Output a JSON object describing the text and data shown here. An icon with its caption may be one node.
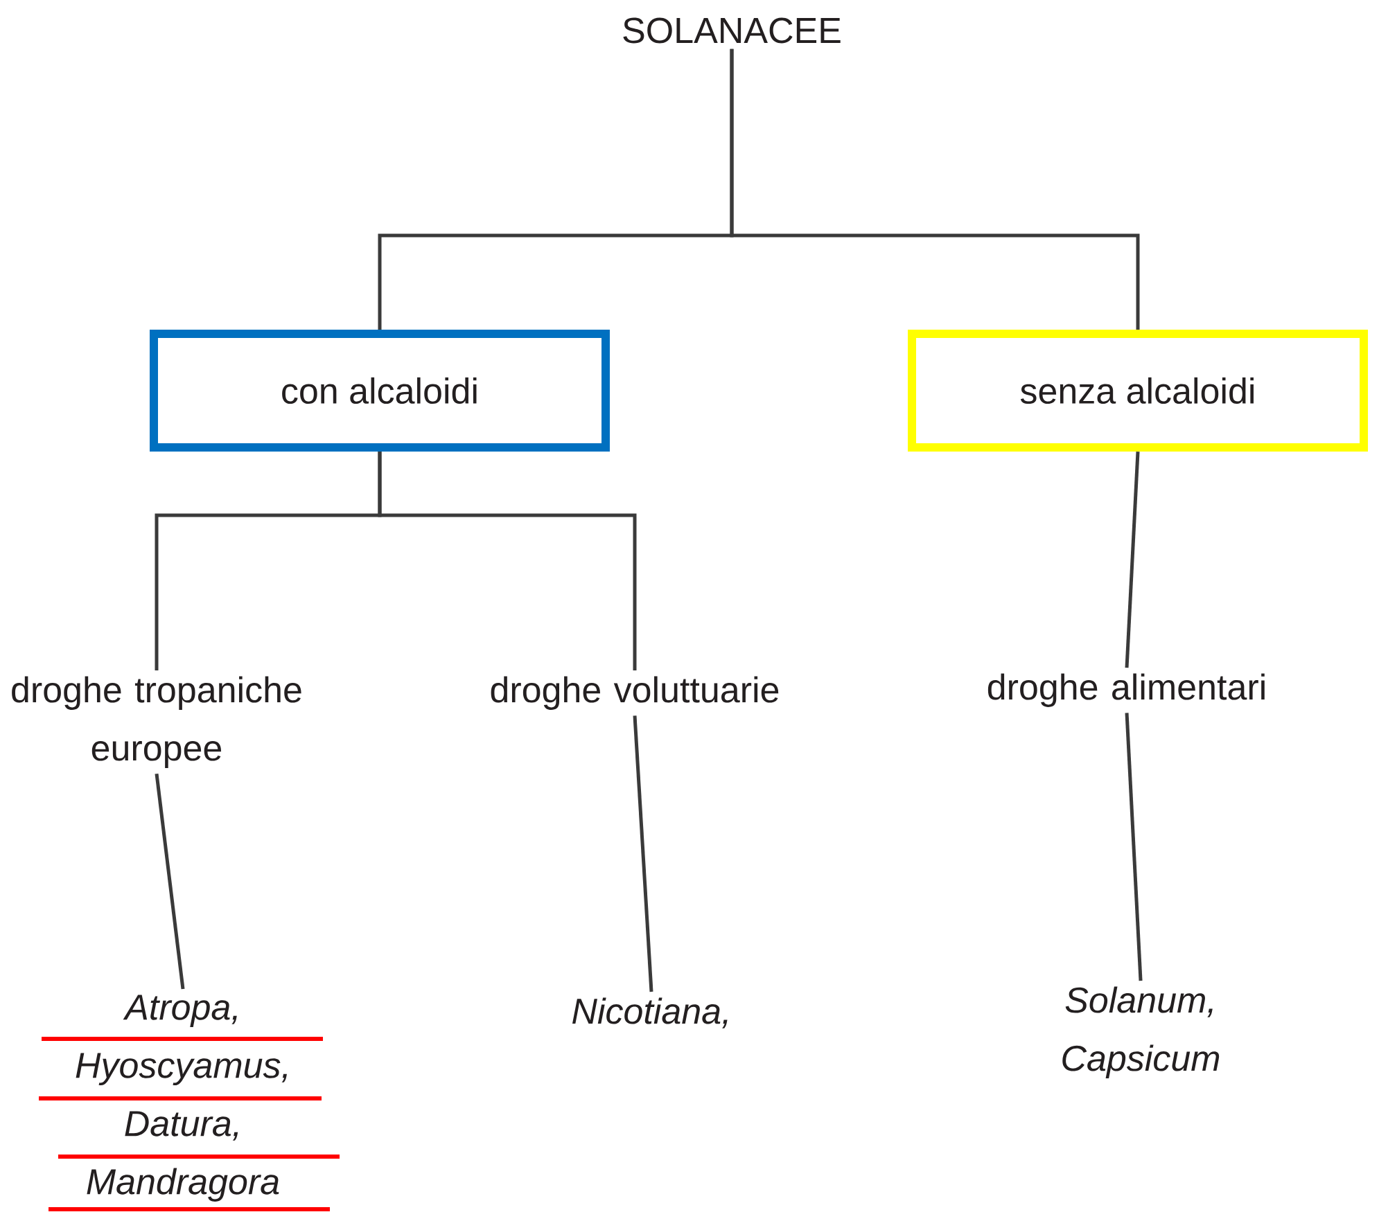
{
  "diagram": {
    "nodes": [
      {
        "text": [
          "SOLANACEE"
        ]
      },
      {
        "text": [
          "con alcaloidi"
        ]
      },
      {
        "text": [
          "senza alcaloidi"
        ]
      },
      {
        "text": [
          "droghe tropaniche europee"
        ]
      },
      {
        "text": [
          "droghe voluttuarie"
        ]
      },
      {
        "text": [
          "droghe alimentari"
        ]
      },
      {
        "text": [
          "Atropa, Hyoscyamus, Datura, Mandragora"
        ]
      },
      {
        "text": [
          "Nicotiana,"
        ]
      },
      {
        "text": [
          "Solanum, Capsicum"
        ]
      }
    ],
    "edges": [
      {
        "from": 0,
        "to": 1,
        "arrow": "none"
      },
      {
        "from": 0,
        "to": 2,
        "arrow": "none"
      },
      {
        "from": 1,
        "to": 3,
        "arrow": "none"
      },
      {
        "from": 1,
        "to": 4,
        "arrow": "none"
      },
      {
        "from": 2,
        "to": 5,
        "arrow": "none"
      },
      {
        "from": 3,
        "to": 6,
        "arrow": "none"
      },
      {
        "from": 4,
        "to": 7,
        "arrow": "none"
      },
      {
        "from": 5,
        "to": 8,
        "arrow": "none"
      }
    ]
  }
}
